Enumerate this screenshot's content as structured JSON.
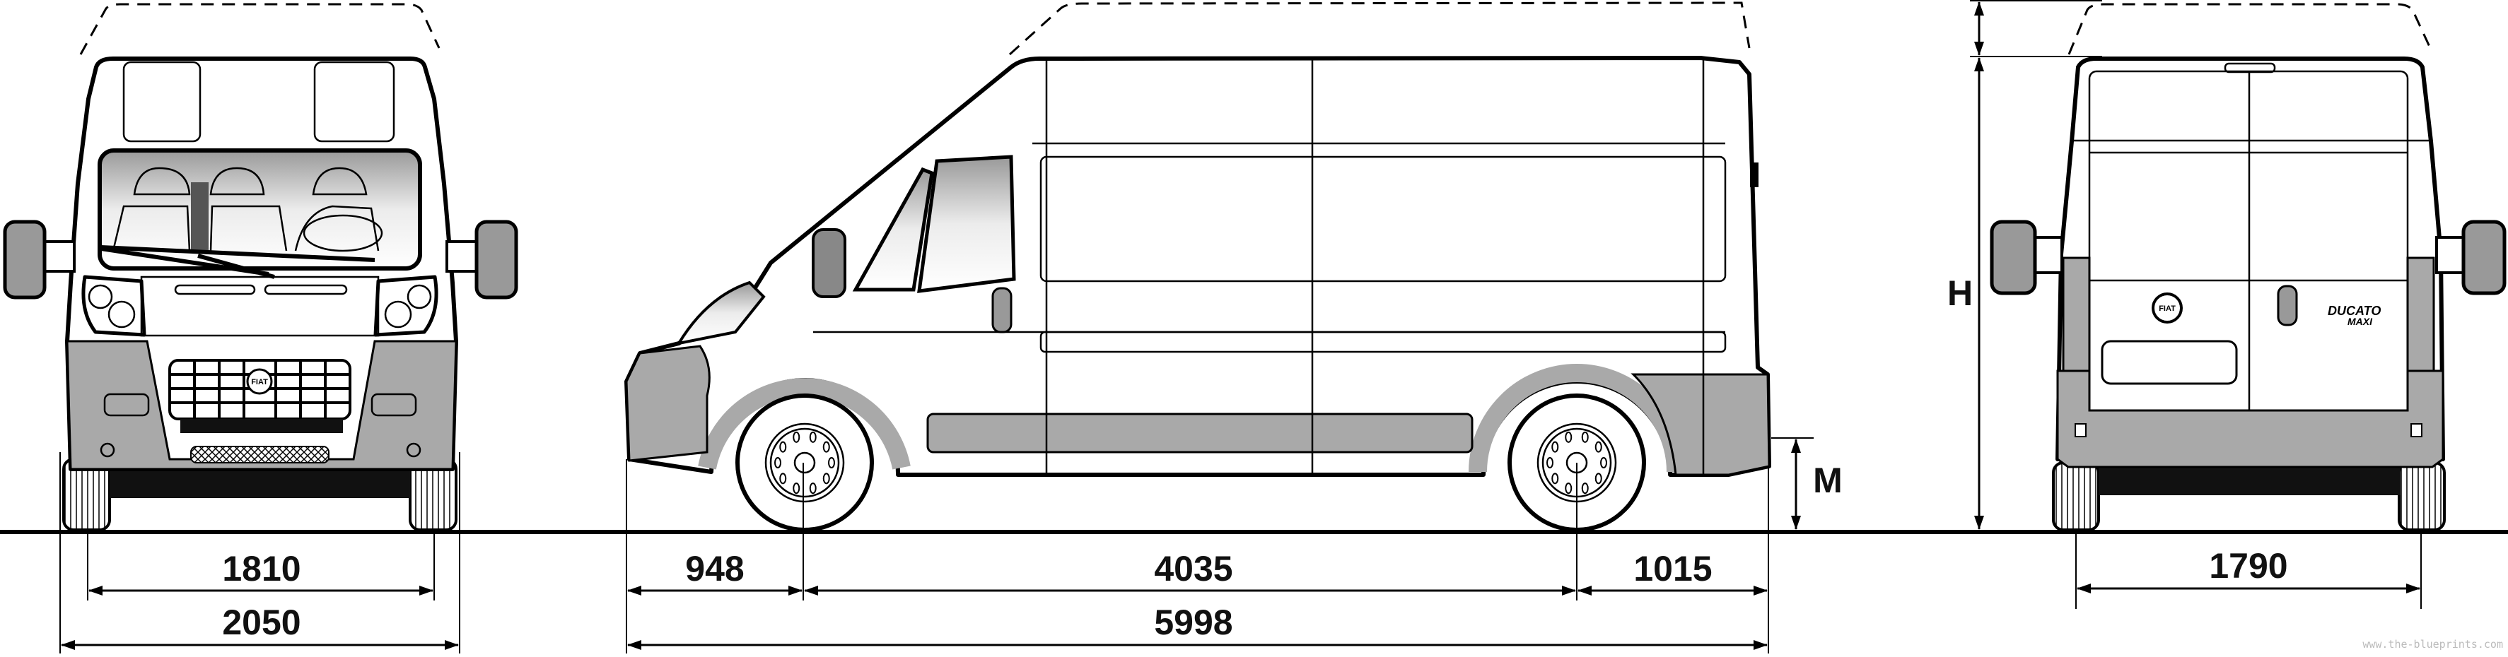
{
  "dimensions": {
    "front_track": "1810",
    "front_width": "2050",
    "front_overhang": "948",
    "wheelbase": "4035",
    "rear_overhang": "1015",
    "overall_length": "5998",
    "rear_track": "1790",
    "height_label": "H",
    "load_height_label": "M"
  },
  "badges": {
    "front_logo": "FIAT",
    "rear_logo": "FIAT",
    "model_line1": "DUCATO",
    "model_line2": "MAXI"
  },
  "watermark": "www.the-blueprints.com",
  "colors": {
    "line": "#000000",
    "plastic_grey": "#a9a9a9",
    "background": "#ffffff"
  }
}
